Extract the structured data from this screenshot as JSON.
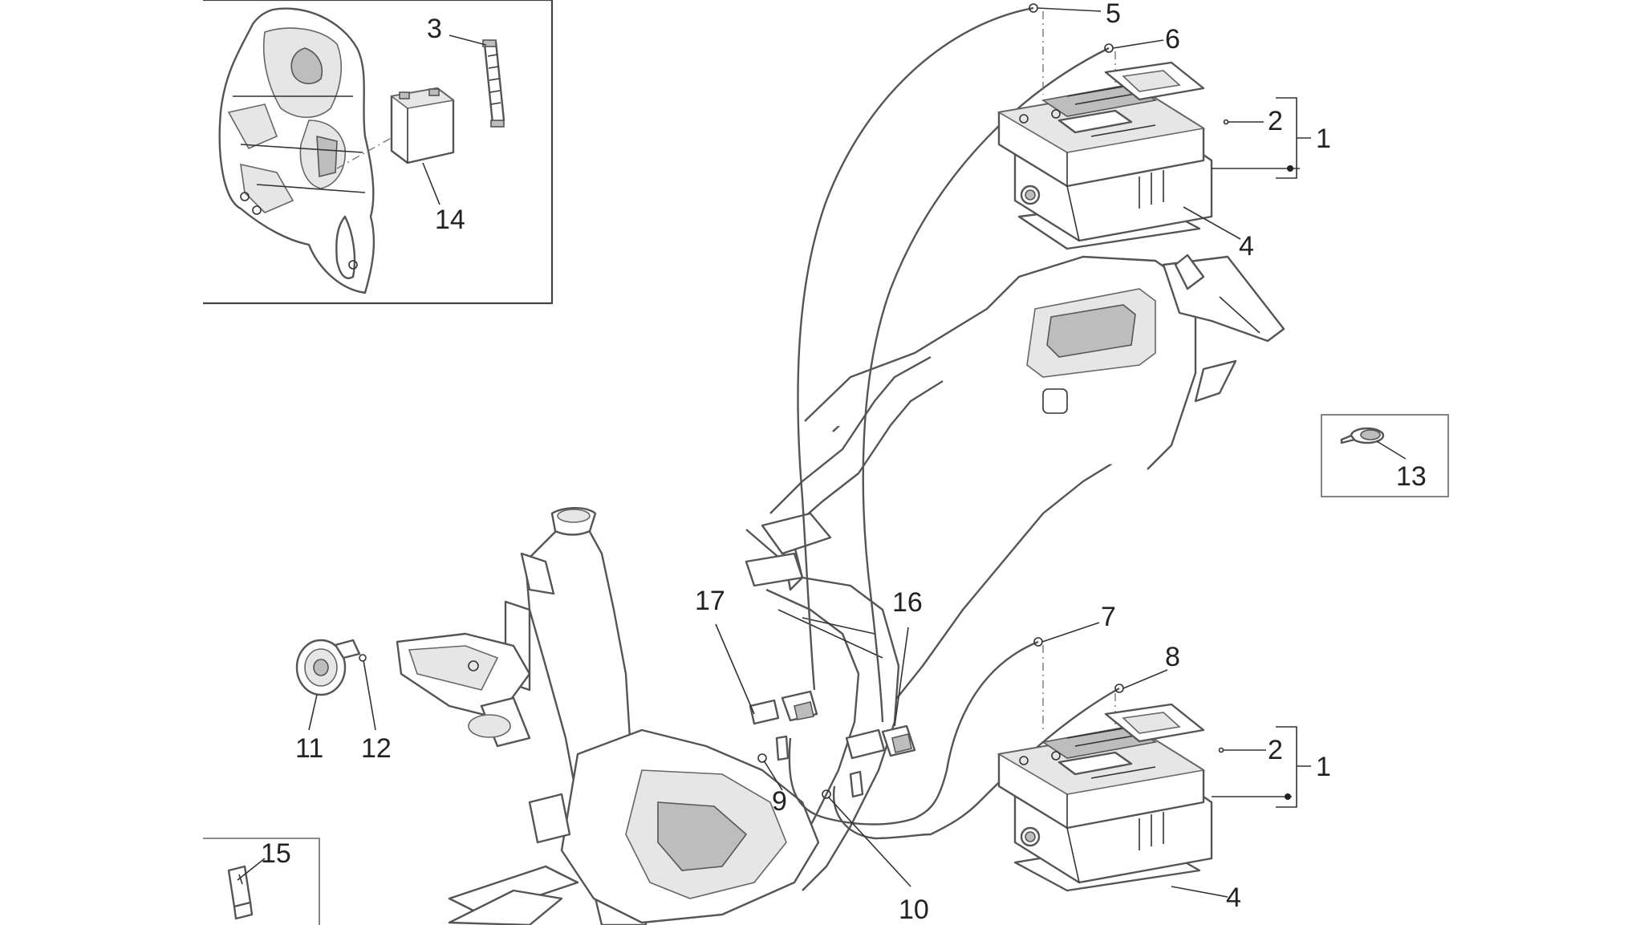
{
  "diagram": {
    "callouts": [
      {
        "id": "c1a",
        "text": "1"
      },
      {
        "id": "c2a",
        "text": "2"
      },
      {
        "id": "c3",
        "text": "3"
      },
      {
        "id": "c4a",
        "text": "4"
      },
      {
        "id": "c5",
        "text": "5"
      },
      {
        "id": "c6",
        "text": "6"
      },
      {
        "id": "c7",
        "text": "7"
      },
      {
        "id": "c8",
        "text": "8"
      },
      {
        "id": "c9",
        "text": "9"
      },
      {
        "id": "c10",
        "text": "10"
      },
      {
        "id": "c11",
        "text": "11"
      },
      {
        "id": "c12",
        "text": "12"
      },
      {
        "id": "c13",
        "text": "13"
      },
      {
        "id": "c14",
        "text": "14"
      },
      {
        "id": "c15",
        "text": "15"
      },
      {
        "id": "c16",
        "text": "16"
      },
      {
        "id": "c17",
        "text": "17"
      },
      {
        "id": "c1b",
        "text": "1"
      },
      {
        "id": "c2b",
        "text": "2"
      },
      {
        "id": "c4b",
        "text": "4"
      }
    ]
  }
}
